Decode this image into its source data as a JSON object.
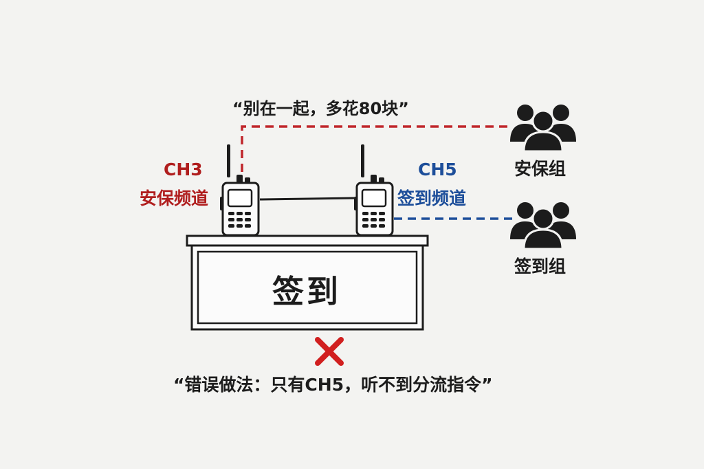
{
  "quotes": {
    "top": "“别在一起，多花80块”",
    "bottom": "“错误做法：只有CH5，听不到分流指令”"
  },
  "radios": {
    "left": {
      "channel": "CH3",
      "name": "安保频道"
    },
    "right": {
      "channel": "CH5",
      "name": "签到频道"
    }
  },
  "groups": {
    "security": "安保组",
    "checkin": "签到组"
  },
  "desk": {
    "label": "签到"
  },
  "colors": {
    "red_line": "#c0262b",
    "blue_line": "#1d4e9a",
    "red_text": "#b01e1e",
    "cross": "#d11f1f",
    "ink": "#1c1c1c"
  },
  "icons": [
    "walkie-talkie-icon",
    "people-group-icon",
    "cross-mark-icon"
  ]
}
